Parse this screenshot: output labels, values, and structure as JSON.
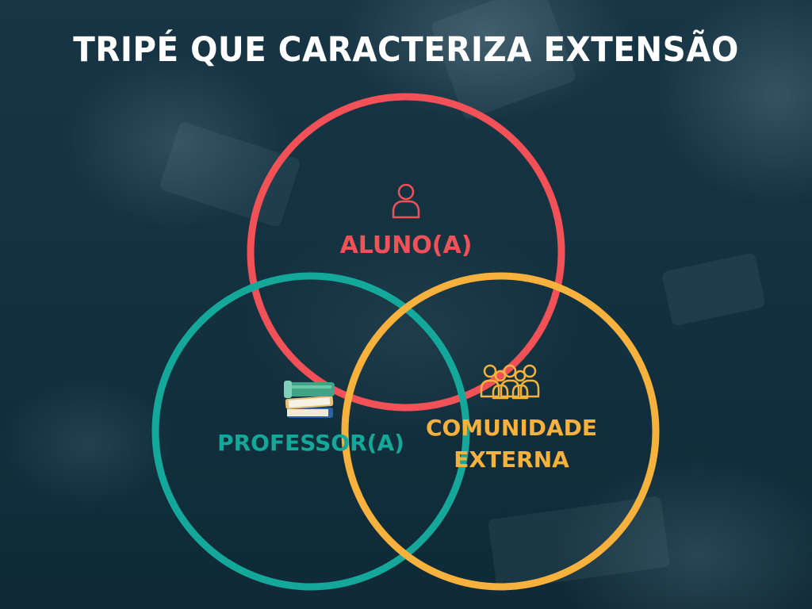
{
  "title": "TRIPÉ QUE CARACTERIZA EXTENSÃO",
  "colors": {
    "background": "#14303f",
    "title": "#ffffff",
    "aluno": "#f25157",
    "professor": "#14a89a",
    "comunidade": "#f7b13d"
  },
  "circles": [
    {
      "id": "aluno",
      "label": "ALUNO(A)",
      "icon": "user-icon"
    },
    {
      "id": "professor",
      "label": "PROFESSOR(A)",
      "icon": "books-icon"
    },
    {
      "id": "comunidade",
      "label_line1": "COMUNIDADE",
      "label_line2": "EXTERNA",
      "icon": "group-icon"
    }
  ]
}
